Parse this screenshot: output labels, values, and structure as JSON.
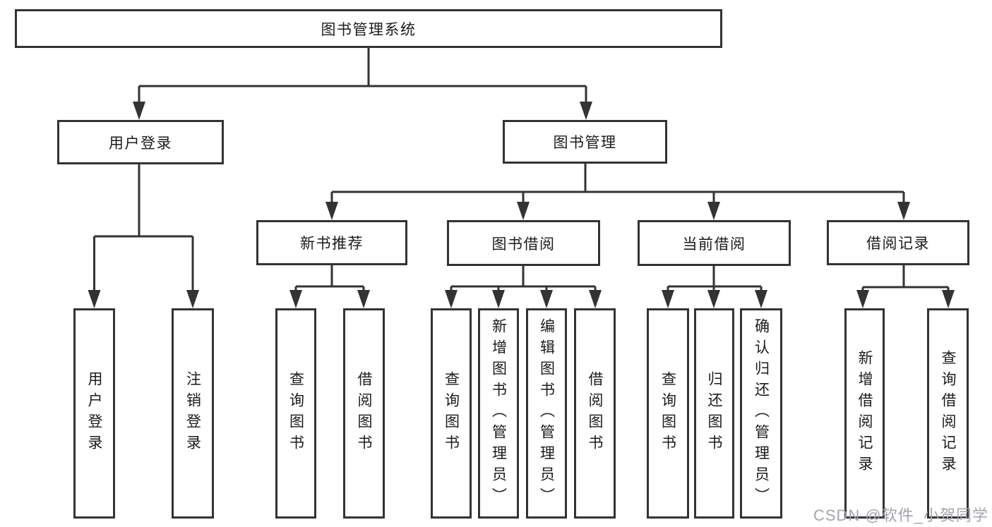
{
  "tree": {
    "root": {
      "label": "图书管理系统"
    },
    "branches": [
      {
        "label": "用户登录",
        "children": [
          {
            "label": "用户登录"
          },
          {
            "label": "注销登录"
          }
        ]
      },
      {
        "label": "图书管理",
        "groups": [
          {
            "label": "新书推荐",
            "children": [
              {
                "label": "查询图书"
              },
              {
                "label": "借阅图书"
              }
            ]
          },
          {
            "label": "图书借阅",
            "children": [
              {
                "label": "查询图书"
              },
              {
                "label": "新增图书（管理员）"
              },
              {
                "label": "编辑图书（管理员）"
              },
              {
                "label": "借阅图书"
              }
            ]
          },
          {
            "label": "当前借阅",
            "children": [
              {
                "label": "查询图书"
              },
              {
                "label": "归还图书"
              },
              {
                "label": "确认归还（管理员）"
              }
            ]
          },
          {
            "label": "借阅记录",
            "children": [
              {
                "label": "新增借阅记录"
              },
              {
                "label": "查询借阅记录"
              }
            ]
          }
        ]
      }
    ]
  },
  "watermark": {
    "text": "CSDN @软件_小贺同学"
  },
  "colors": {
    "line": "#333333",
    "text": "#1b1b1b",
    "background": "#ffffff",
    "watermark": "#a3a3ab"
  }
}
